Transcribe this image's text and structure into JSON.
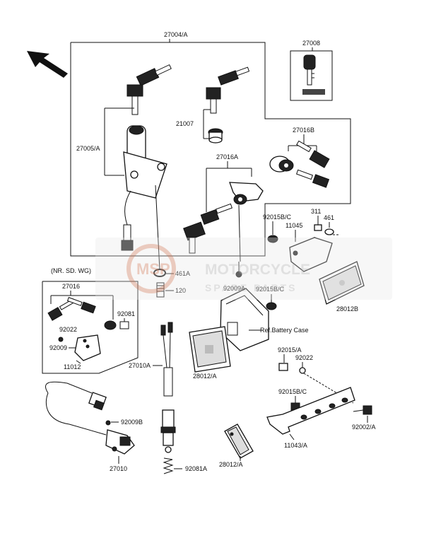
{
  "labels": {
    "p27004A": "27004/A",
    "p27008": "27008",
    "p21007": "21007",
    "p27005A": "27005/A",
    "p27016B": "27016B",
    "p27016A": "27016A",
    "p92015BC_top": "92015B/C",
    "p311": "311",
    "p461": "461",
    "p11045": "11045",
    "p461A": "461A",
    "p120": "120",
    "p92009A": "92009A",
    "p92015BC_mid": "92015B/C",
    "p28012B": "28012B",
    "nr_sd_wg": "(NR. SD. WG)",
    "p27016": "27016",
    "p92081": "92081",
    "p92022_left": "92022",
    "p92009": "92009",
    "p11012": "11012",
    "ref_battery": "Ref.Battery Case",
    "p27010A": "27010A",
    "p28012A": "28012/A",
    "p92015A": "92015/A",
    "p92022_right": "92022",
    "p92015BC_low": "92015B/C",
    "p92009B": "92009B",
    "p92002A": "92002/A",
    "p11043A": "11043/A",
    "p28012A_low": "28012/A",
    "p27010": "27010",
    "p92081A": "92081A"
  },
  "watermark": {
    "brand_line1": "MOTORCYCLE",
    "brand_line2": "SPARE PARTS",
    "logo_text": "MSP"
  },
  "colors": {
    "line": "#111111",
    "watermark_gray": "#c8c8c8",
    "watermark_red": "#d9a08a"
  },
  "icons": {
    "direction_arrow": "arrow-up-left-icon"
  }
}
